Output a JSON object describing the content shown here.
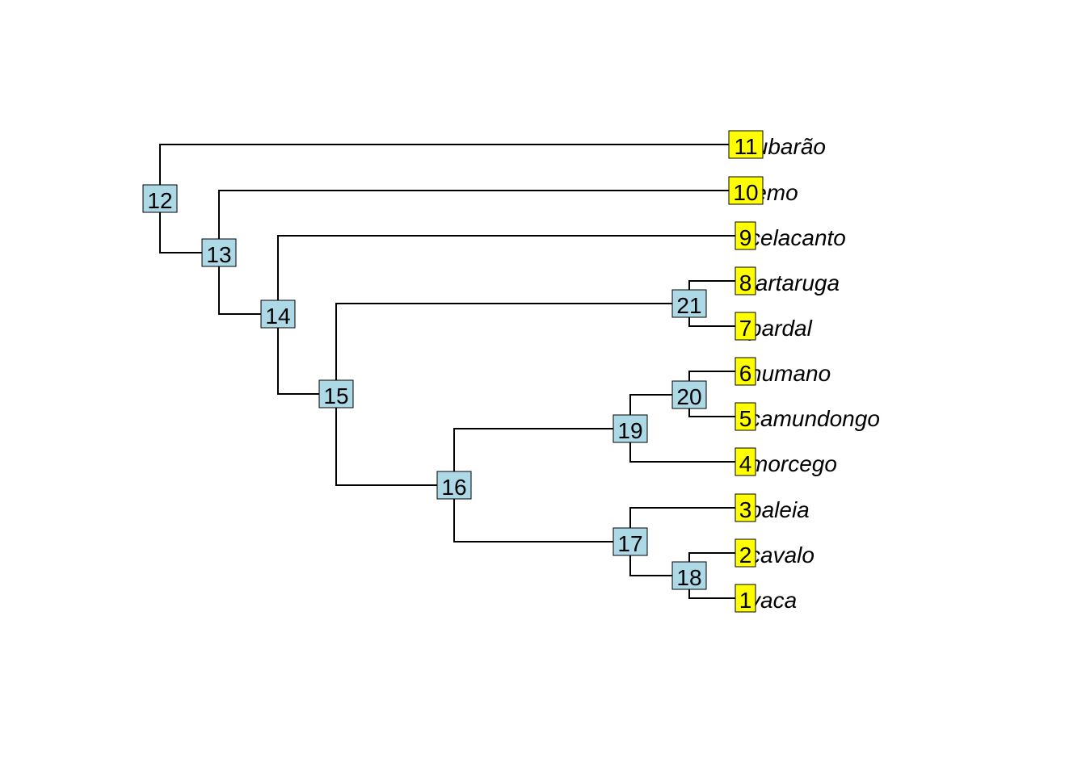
{
  "colors": {
    "branch": "#000000",
    "tip_box": "#ffff00",
    "internal_box": "#add8e6"
  },
  "tips": [
    {
      "id": "11",
      "label": "tubarão"
    },
    {
      "id": "10",
      "label": "lemo"
    },
    {
      "id": "9",
      "label": "celacanto"
    },
    {
      "id": "8",
      "label": "tartaruga"
    },
    {
      "id": "7",
      "label": "pardal"
    },
    {
      "id": "6",
      "label": "humano"
    },
    {
      "id": "5",
      "label": "camundongo"
    },
    {
      "id": "4",
      "label": "morcego"
    },
    {
      "id": "3",
      "label": "baleia"
    },
    {
      "id": "2",
      "label": "cavalo"
    },
    {
      "id": "1",
      "label": "vaca"
    }
  ],
  "internal_nodes": [
    {
      "id": "12"
    },
    {
      "id": "13"
    },
    {
      "id": "14"
    },
    {
      "id": "15"
    },
    {
      "id": "16"
    },
    {
      "id": "17"
    },
    {
      "id": "18"
    },
    {
      "id": "19"
    },
    {
      "id": "20"
    },
    {
      "id": "21"
    }
  ],
  "edges": [
    [
      "12",
      "11"
    ],
    [
      "12",
      "13"
    ],
    [
      "13",
      "10"
    ],
    [
      "13",
      "14"
    ],
    [
      "14",
      "9"
    ],
    [
      "14",
      "15"
    ],
    [
      "15",
      "21"
    ],
    [
      "15",
      "16"
    ],
    [
      "21",
      "8"
    ],
    [
      "21",
      "7"
    ],
    [
      "16",
      "19"
    ],
    [
      "16",
      "17"
    ],
    [
      "19",
      "20"
    ],
    [
      "19",
      "4"
    ],
    [
      "20",
      "6"
    ],
    [
      "20",
      "5"
    ],
    [
      "17",
      "3"
    ],
    [
      "17",
      "18"
    ],
    [
      "18",
      "2"
    ],
    [
      "18",
      "1"
    ]
  ]
}
